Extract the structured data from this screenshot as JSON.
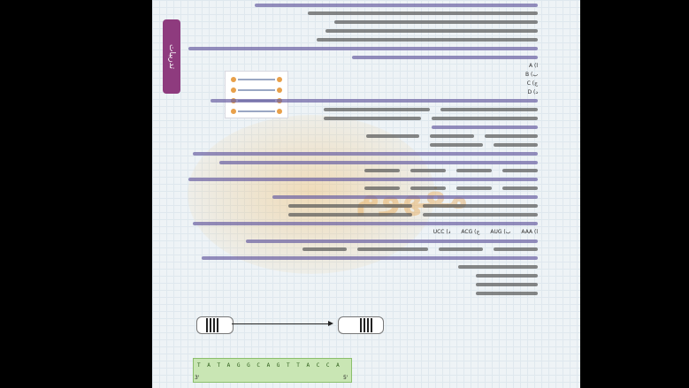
{
  "sidebar_tab": {
    "label": "تدريبات"
  },
  "watermark": {
    "text": "مفهوم"
  },
  "sequence": {
    "top": "T A T A G G C A G T T A C C A",
    "left_label": "3'",
    "right_label": "5'"
  },
  "choices": {
    "q_dna": [
      "A (أ",
      "B (ب",
      "C (ج",
      "D (د"
    ],
    "q_codon": [
      "UCC (د",
      "ACG (ج",
      "AUG (ب",
      "AAA (أ"
    ]
  }
}
